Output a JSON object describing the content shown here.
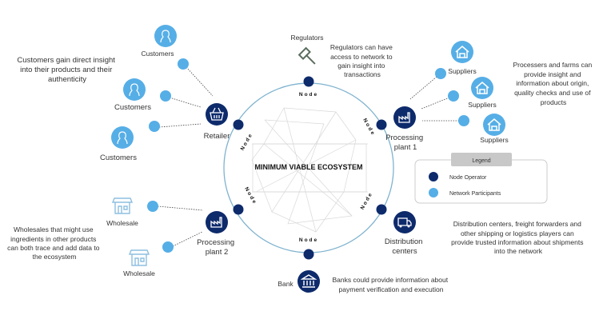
{
  "center_title": "MINIMUM VIABLE ECOSYSTEM",
  "node_label": "Node",
  "colors": {
    "node_operator": "#0d2a6b",
    "network_participant": "#56aee6",
    "ring": "#7fb3cf"
  },
  "customers": {
    "labels": [
      "Customers",
      "Customers",
      "Customers"
    ],
    "description": [
      "Customers gain direct insight",
      "into their products and their",
      "authenticity"
    ]
  },
  "retailer": {
    "label": "Retailer",
    "icon": "basket-icon"
  },
  "regulators": {
    "label": "Regulators",
    "icon": "gavel-icon",
    "description": [
      "Regulators can have",
      "access to network to",
      "gain insight into",
      "transactions"
    ]
  },
  "processing_plant_1": {
    "label": [
      "Processing",
      "plant 1"
    ],
    "icon": "factory-icon"
  },
  "suppliers": {
    "labels": [
      "Suppliers",
      "Suppliers",
      "Suppliers"
    ],
    "icon": "barn-icon",
    "description": [
      "Processers and farms can",
      "provide insight and",
      "information about origin,",
      "quality checks and use of",
      "products"
    ]
  },
  "legend": {
    "title": "Legend",
    "items": [
      {
        "label": "Node Operator",
        "color": "#0d2a6b"
      },
      {
        "label": "Network Participants",
        "color": "#56aee6"
      }
    ]
  },
  "distribution": {
    "label": [
      "Distribution",
      "centers"
    ],
    "icon": "truck-icon",
    "description": [
      "Distribution centers, freight forwarders and",
      "other shipping or logistics players can",
      "provide trusted information about shipments",
      "into the network"
    ]
  },
  "bank": {
    "label": "Bank",
    "icon": "bank-icon",
    "description": [
      "Banks could provide information about",
      "payment verification and execution"
    ]
  },
  "processing_plant_2": {
    "label": [
      "Processing",
      "plant 2"
    ],
    "icon": "factory-icon"
  },
  "wholesale": {
    "labels": [
      "Wholesale",
      "Wholesale"
    ],
    "icon": "store-icon",
    "description": [
      "Wholesales that might use",
      "ingredients in other products",
      "can both trace and add data to",
      "the ecosystem"
    ]
  }
}
